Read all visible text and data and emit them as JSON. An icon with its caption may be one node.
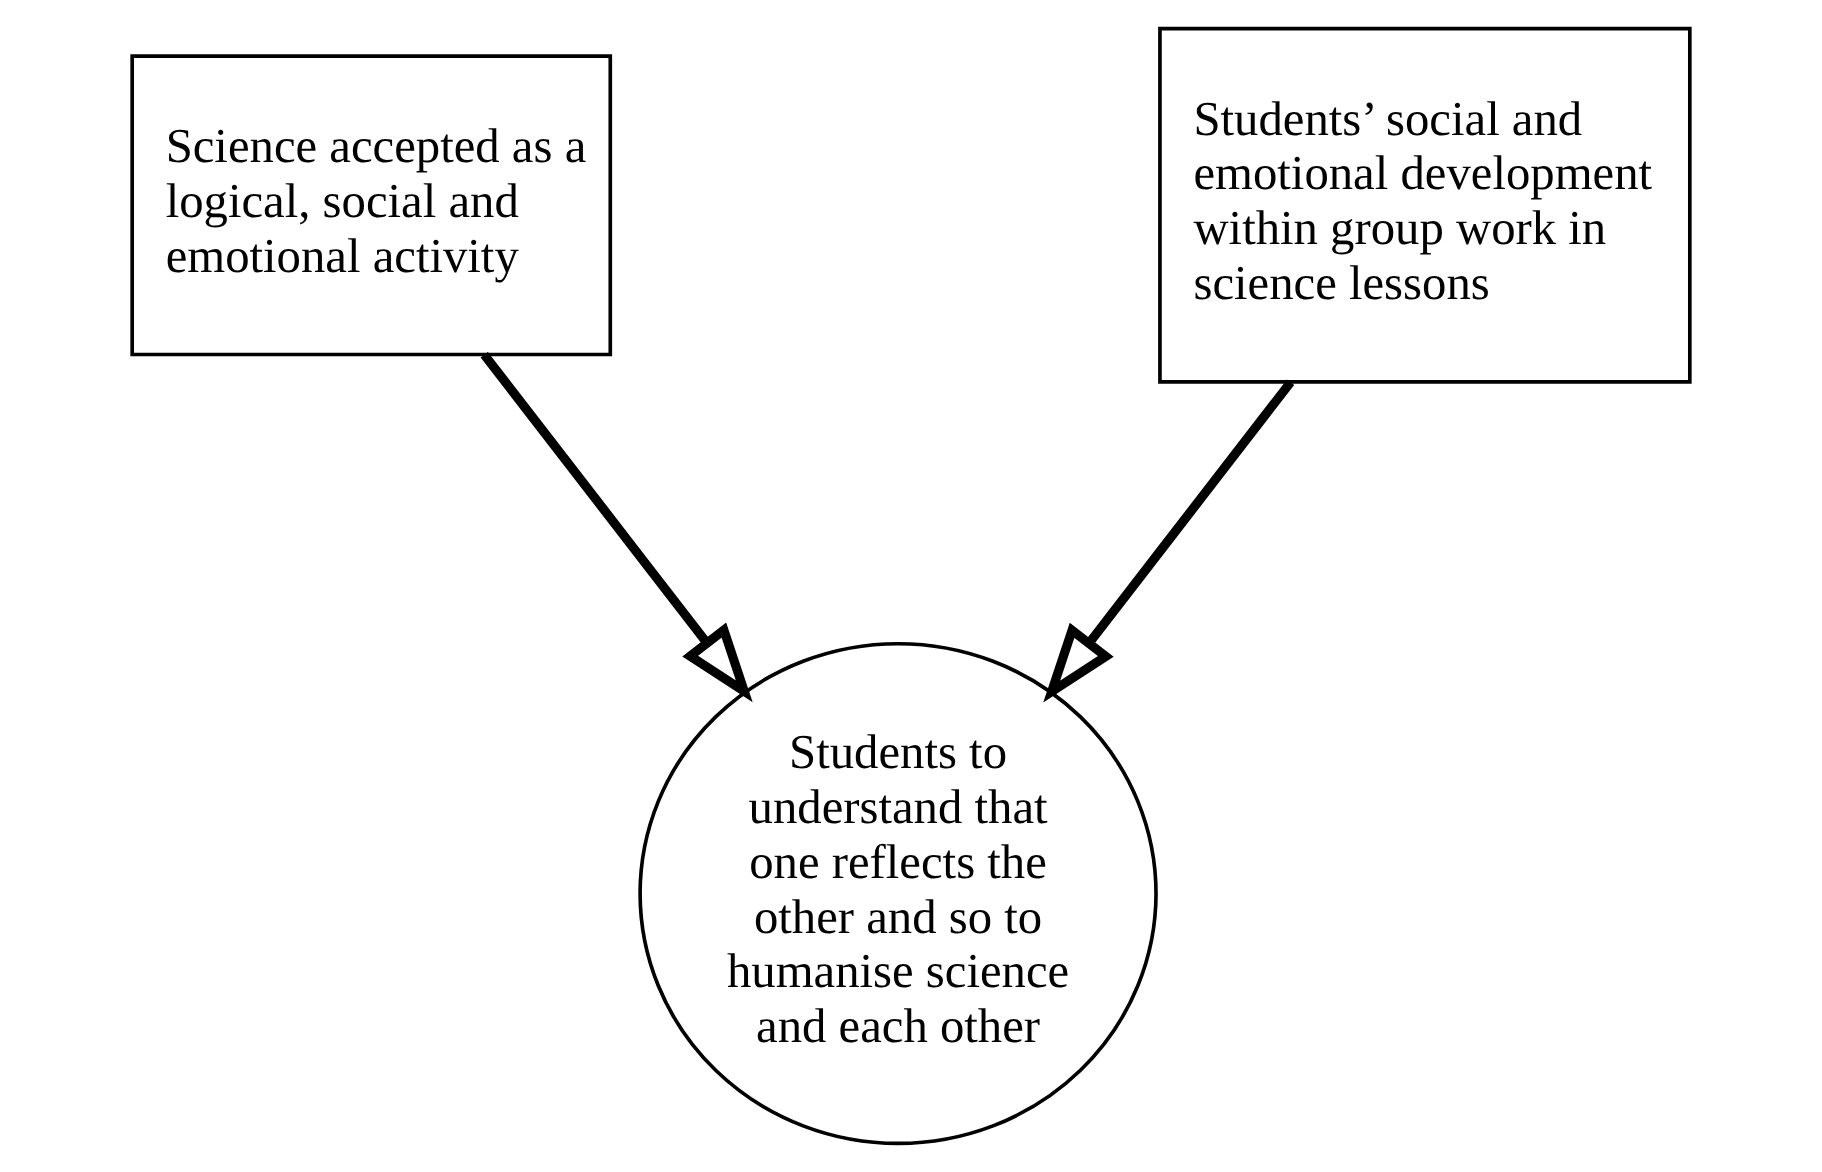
{
  "diagram": {
    "nodes": [
      {
        "text": [
          "Science accepted as a logical, social and emotional activity"
        ]
      },
      {
        "text": [
          "Students’ social and emotional development within group work in science lessons"
        ]
      },
      {
        "text": [
          "Students to understand that one reflects the other and so to humanise science and each other"
        ]
      }
    ],
    "edges": [
      {
        "from": 0,
        "to": 2,
        "arrow": "to"
      },
      {
        "from": 1,
        "to": 2,
        "arrow": "to"
      }
    ]
  }
}
